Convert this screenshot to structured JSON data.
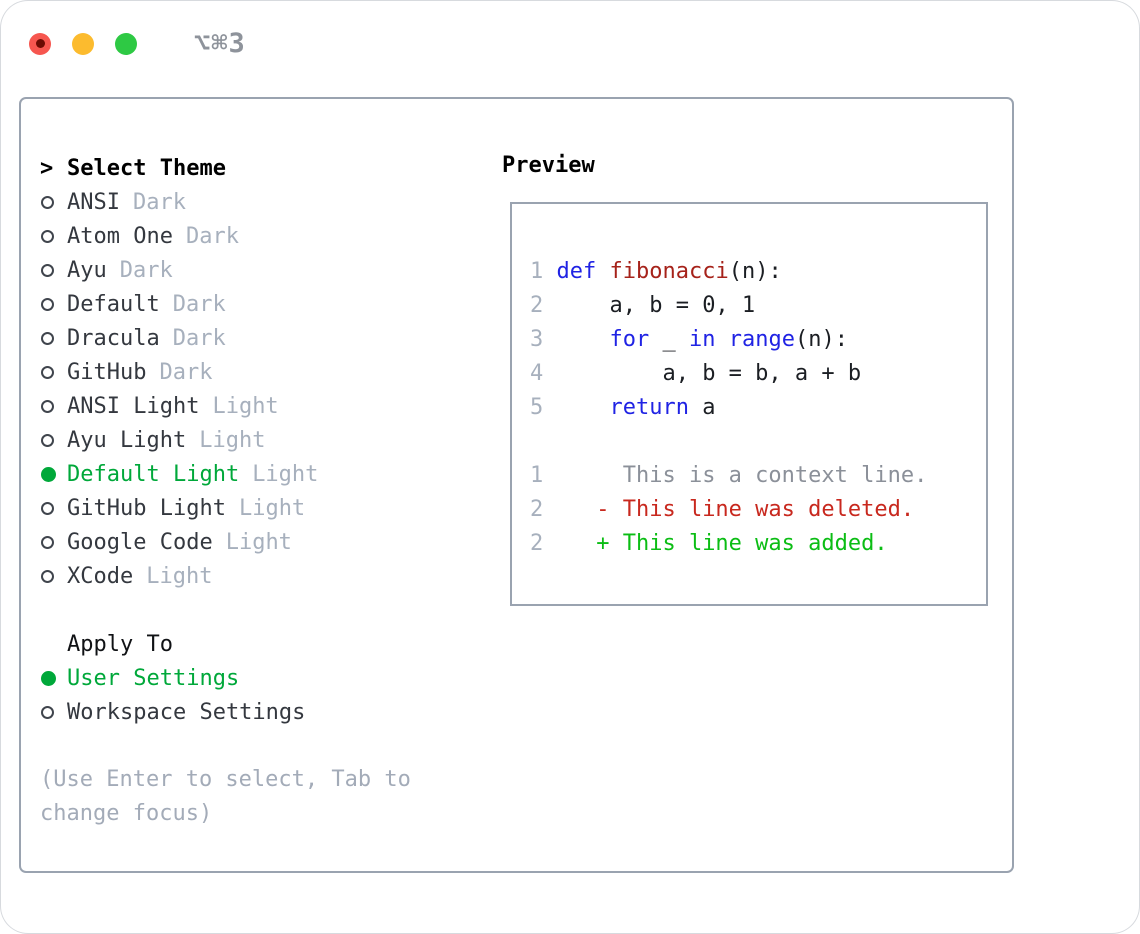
{
  "window": {
    "title": "⌥⌘3"
  },
  "titlebar_buttons": [
    {
      "name": "close",
      "color": "#f6564f",
      "has_dot": true,
      "dot_color": "#6b0b03"
    },
    {
      "name": "minimize",
      "color": "#fcbb2e",
      "has_dot": false
    },
    {
      "name": "zoom",
      "color": "#2ec944",
      "has_dot": false
    }
  ],
  "accents": {
    "selected_green": "#00a83a",
    "keyword_blue": "#2023e4",
    "function_red": "#a6221a",
    "diff_deleted_red": "#c8281e",
    "diff_added_green": "#0bbd14",
    "muted_gray": "#a7b0bd",
    "border_gray": "#9aa3b0"
  },
  "theme_picker": {
    "header_prefix": ">",
    "header": "Select Theme",
    "items": [
      {
        "label": "ANSI",
        "variant": "Dark",
        "selected": false
      },
      {
        "label": "Atom One",
        "variant": "Dark",
        "selected": false
      },
      {
        "label": "Ayu",
        "variant": "Dark",
        "selected": false
      },
      {
        "label": "Default",
        "variant": "Dark",
        "selected": false
      },
      {
        "label": "Dracula",
        "variant": "Dark",
        "selected": false
      },
      {
        "label": "GitHub",
        "variant": "Dark",
        "selected": false
      },
      {
        "label": "ANSI Light",
        "variant": "Light",
        "selected": false
      },
      {
        "label": "Ayu Light",
        "variant": "Light",
        "selected": false
      },
      {
        "label": "Default Light",
        "variant": "Light",
        "selected": true
      },
      {
        "label": "GitHub Light",
        "variant": "Light",
        "selected": false
      },
      {
        "label": "Google Code",
        "variant": "Light",
        "selected": false
      },
      {
        "label": "XCode",
        "variant": "Light",
        "selected": false
      }
    ],
    "apply_to": {
      "header": "Apply To",
      "options": [
        {
          "label": "User Settings",
          "selected": true
        },
        {
          "label": "Workspace Settings",
          "selected": false
        }
      ]
    },
    "hint": "(Use Enter to select, Tab to change focus)"
  },
  "preview": {
    "title": "Preview",
    "lines": [
      {
        "num": "1",
        "tokens": [
          [
            "plain",
            " "
          ],
          [
            "kw",
            "def"
          ],
          [
            "plain",
            " "
          ],
          [
            "fn",
            "fibonacci"
          ],
          [
            "plain",
            "(n):"
          ]
        ]
      },
      {
        "num": "2",
        "tokens": [
          [
            "plain",
            "     a, b = 0, 1"
          ]
        ]
      },
      {
        "num": "3",
        "tokens": [
          [
            "plain",
            "     "
          ],
          [
            "kw",
            "for"
          ],
          [
            "plain",
            " _ "
          ],
          [
            "kw",
            "in"
          ],
          [
            "plain",
            " "
          ],
          [
            "kw",
            "range"
          ],
          [
            "plain",
            "(n):"
          ]
        ]
      },
      {
        "num": "4",
        "tokens": [
          [
            "plain",
            "         a, b = b, a + b"
          ]
        ]
      },
      {
        "num": "5",
        "tokens": [
          [
            "plain",
            "     "
          ],
          [
            "kw",
            "return"
          ],
          [
            "plain",
            " a"
          ]
        ]
      },
      {
        "num": "",
        "tokens": []
      },
      {
        "num": "1",
        "tokens": [
          [
            "ctx",
            "      This is a context line."
          ]
        ]
      },
      {
        "num": "2",
        "tokens": [
          [
            "del",
            "    - This line was deleted."
          ]
        ]
      },
      {
        "num": "2",
        "tokens": [
          [
            "add",
            "    + This line was added."
          ]
        ]
      }
    ]
  }
}
